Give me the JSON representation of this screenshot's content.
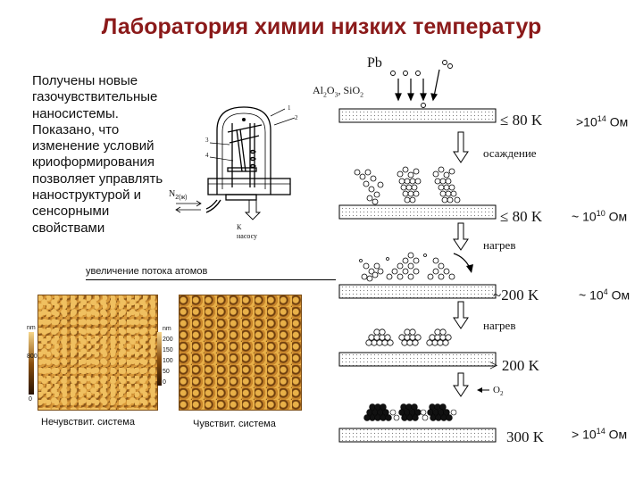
{
  "title": "Лаборатория химии низких температур",
  "description_lines": [
    "Получены новые",
    "газочувствительные",
    "наносистемы.",
    "Показано, что",
    "изменение условий",
    "криоформирования",
    "позволяет управлять",
    "наноструктурой и",
    "сенсорными",
    "свойствами"
  ],
  "apparatus": {
    "n2_label": "N",
    "n2_sub": "2(ж)",
    "pump_label_1": "К",
    "pump_label_2": "насосу",
    "callouts": [
      "1",
      "2",
      "3",
      "4"
    ]
  },
  "deposition": {
    "source_label": "Pb",
    "oxide_label_parts": [
      "Al",
      "2",
      "O",
      "3",
      ", SiO",
      "2"
    ]
  },
  "stages": [
    {
      "temp_prefix": "≤ ",
      "temp": "80 K",
      "resist_base": ">10",
      "resist_exp": "14",
      "resist_unit": " Ом"
    },
    {
      "temp_prefix": "≤ ",
      "temp": "80 K",
      "resist_base": "~ 10",
      "resist_exp": "10",
      "resist_unit": " Ом"
    },
    {
      "temp_prefix": "",
      "temp": "~200 K",
      "resist_base": "~ 10",
      "resist_exp": "4",
      "resist_unit": " Ом"
    },
    {
      "temp_prefix": "> ",
      "temp": "200 K",
      "resist_base": "",
      "resist_exp": "",
      "resist_unit": ""
    },
    {
      "temp_prefix": "",
      "temp": "300 K",
      "resist_base": "> 10",
      "resist_exp": "14",
      "resist_unit": " Ом"
    }
  ],
  "transitions": [
    "осаждение",
    "нагрев",
    "нагрев"
  ],
  "o2_label": "O",
  "o2_sub": "2",
  "flux_label": "увеличение потока атомов",
  "afm_left_caption": "Нечувствит. система",
  "afm_right_caption": "Чувствит. система",
  "afm_scale_left": [
    "nm",
    "800",
    "0"
  ],
  "afm_scale_right": [
    "nm",
    "200",
    "150",
    "100",
    "50",
    "0"
  ]
}
